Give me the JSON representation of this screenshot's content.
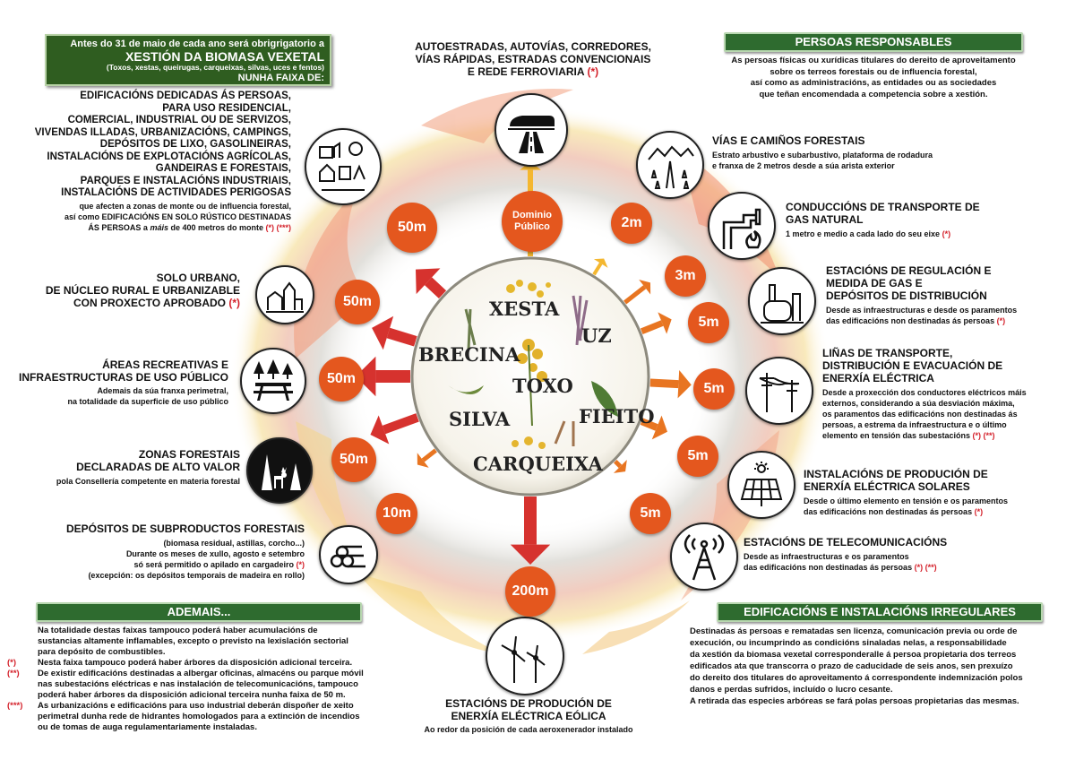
{
  "header": {
    "line1": "Antes do 31 de maio de cada ano será obrigrigatorio a",
    "line2": "XESTIÓN DA BIOMASA VEXETAL",
    "line3": "(Toxos, xestas, queirugas, carqueixas, silvas, uces e fentos)",
    "line4": "NUNHA FAIXA DE:"
  },
  "center": {
    "dominio_label": "Dominio Público",
    "plants": [
      "XESTA",
      "UZ",
      "BRECINA",
      "TOXO",
      "SILVA",
      "FIEITO",
      "CARQUEIXA"
    ]
  },
  "badges": [
    "2m",
    "3m",
    "5m",
    "5m",
    "5m",
    "5m",
    "200m",
    "10m",
    "50m",
    "50m",
    "50m",
    "50m"
  ],
  "left": {
    "edificacions": {
      "lines": [
        "EDIFICACIÓNS DEDICADAS ÁS PERSOAS,",
        "PARA USO RESIDENCIAL,",
        "COMERCIAL, INDUSTRIAL OU DE SERVIZOS,",
        "VIVENDAS ILLADAS, URBANIZACIÓNS, CAMPINGS,",
        "DEPÓSITOS DE LIXO, GASOLINEIRAS,",
        "INSTALACIÓNS DE EXPLOTACIÓNS AGRÍCOLAS,",
        "GANDEIRAS E FORESTAIS,",
        "PARQUES E INSTALACIÓNS INDUSTRIAIS,",
        "INSTALACIÓNS DE ACTIVIDADES PERIGOSAS"
      ],
      "sub1": "que afecten a zonas de monte ou de influencia forestal,",
      "sub2": "así como EDIFICACIÓNS EN SOLO RÚSTICO DESTINADAS",
      "sub3a": "ÁS PERSOAS a ",
      "sub3b": "máis",
      "sub3c": " de 400 metros do monte ",
      "sub3mark": "(*) (***)"
    },
    "solo": {
      "l1": "SOLO URBANO,",
      "l2": "DE NÚCLEO RURAL E URBANIZABLE",
      "l3": "CON PROXECTO APROBADO ",
      "mark": "(*)"
    },
    "areas": {
      "l1": "ÁREAS RECREATIVAS E",
      "l2": "INFRAESTRUCTURAS DE USO PÚBLICO",
      "s1": "Ademais da súa franxa perimetral,",
      "s2": "na totalidade da superficie de uso público"
    },
    "zonas": {
      "l1": "ZONAS FORESTAIS",
      "l2": "DECLARADAS DE ALTO VALOR",
      "s1": "pola Consellería competente en materia forestal"
    },
    "depositos": {
      "l1": "DEPÓSITOS DE SUBPRODUCTOS FORESTAIS",
      "s1": "(biomasa residual, astillas, corcho...)",
      "s2": "Durante os meses de xullo, agosto e setembro",
      "s3": "só será permitido o apilado en cargadeiro ",
      "mark": "(*)",
      "s4": "(excepción: os depósitos temporais de madeira en rollo)"
    }
  },
  "top": {
    "l1": "AUTOESTRADAS,  AUTOVÍAS, CORREDORES,",
    "l2": "VÍAS RÁPIDAS, ESTRADAS CONVENCIONAIS",
    "l3": "E REDE FERROVIARIA ",
    "mark": "(*)"
  },
  "right": {
    "persoas_title": "PERSOAS RESPONSABLES",
    "persoas_lines": [
      "As persoas físicas ou xurídicas titulares do dereito de aproveitamento",
      "sobre os terreos forestais ou de influencia forestal,",
      "así como as administracións, as entidades ou as sociedades",
      "que teñan encomendada a competencia sobre a xestión."
    ],
    "vias": {
      "t": "VÍAS E CAMIÑOS FORESTAIS",
      "s1": "Estrato arbustivo e subarbustivo, plataforma de rodadura",
      "s2": "e franxa de 2 metros desde a súa arista exterior"
    },
    "gas": {
      "t1": "CONDUCCIÓNS DE TRANSPORTE DE",
      "t2": "GAS NATURAL",
      "s1": "1 metro e medio a cada lado do seu eixe ",
      "mark": "(*)"
    },
    "estacions": {
      "t1": "ESTACIÓNS DE REGULACIÓN E",
      "t2": "MEDIDA DE GAS E",
      "t3": "DEPÓSITOS DE DISTRIBUCIÓN",
      "s1": "Desde as infraestructuras e desde os paramentos",
      "s2": "das edificacións non destinadas ás persoas ",
      "mark": "(*)"
    },
    "linas": {
      "t1": "LIÑAS DE TRANSPORTE,",
      "t2": "DISTRIBUCIÓN E EVACUACIÓN DE",
      "t3": "ENERXÍA ELÉCTRICA",
      "s1": "Desde a proxección dos conductores eléctricos máis",
      "s2": "externos, considerando a súa desviación máxima,",
      "s3": "os paramentos das edificacións non destinadas ás",
      "s4": "persoas, a estrema da infraestructura e o último",
      "s5": "elemento en tensión das subestacións ",
      "mark": "(*) (**)"
    },
    "solares": {
      "t1": "INSTALACIÓNS DE PRODUCIÓN DE",
      "t2": "ENERXÍA ELÉCTRICA SOLARES",
      "s1": "Desde o último elemento en tensión e os paramentos",
      "s2": "das edificacións non destinadas ás persoas ",
      "mark": "(*)"
    },
    "telecom": {
      "t": "ESTACIÓNS DE TELECOMUNICACIÓNS",
      "s1": "Desde as infraestructuras e os paramentos",
      "s2": "das edificacións non destinadas ás persoas ",
      "mark": "(*) (**)"
    },
    "irregulares_title": "EDIFICACIÓNS E INSTALACIÓNS IRREGULARES",
    "irregulares_lines": [
      "Destinadas ás persoas e rematadas sen licenza, comunicación previa ou orde de",
      "execución, ou incumprindo as condicións sinaladas nelas, a responsabilidade",
      "da xestión da biomasa vexetal corresponderalle á persoa propietaria dos terreos",
      "edificados ata que transcorra o prazo de caducidade de seis anos, sen prexuízo",
      "do dereito dos titulares do aproveitamento á correspondente indemnización polos",
      "danos e perdas sufridos, incluído o lucro cesante.",
      "A retirada das especies arbóreas se fará polas persoas propietarias das mesmas."
    ]
  },
  "bottom": {
    "t1": "ESTACIÓNS DE PRODUCIÓN DE",
    "t2": "ENERXÍA ELÉCTRICA EÓLICA",
    "s1": "Ao redor da posición de cada aeroxenerador instalado"
  },
  "ademais": {
    "title": "ADEMAIS...",
    "intro": [
      "Na totalidade destas faixas tampouco poderá haber acumulacións de",
      "sustancias  altamente inflamables, excepto o previsto na lexislación sectorial",
      "para depósito de combustibles."
    ],
    "notes": [
      {
        "mark": "(*)",
        "lines": [
          "Nesta faixa tampouco poderá haber árbores da disposición adicional terceira."
        ]
      },
      {
        "mark": "(**)",
        "lines": [
          "De existir edificacións destinadas a albergar oficinas, almacéns ou parque móvil",
          "nas subestacións eléctricas e nas instalación de telecomunicacións, tampouco",
          "poderá haber árbores da disposición adicional terceira nunha faixa de 50 m."
        ]
      },
      {
        "mark": "(***)",
        "lines": [
          "As urbanizacións e edificacións para uso industrial deberán dispoñer de xeito",
          "perimetral dunha rede de hidrantes homologados para a extinción de incendios",
          "ou de tomas de auga regulamentariamente instaladas."
        ]
      }
    ]
  },
  "colors": {
    "green": "#2e6b2f",
    "orange": "#e4571e",
    "red": "#d4202a",
    "arrow_red": "#d6322e",
    "arrow_orange": "#e87521",
    "arrow_yellow": "#f4b730"
  }
}
